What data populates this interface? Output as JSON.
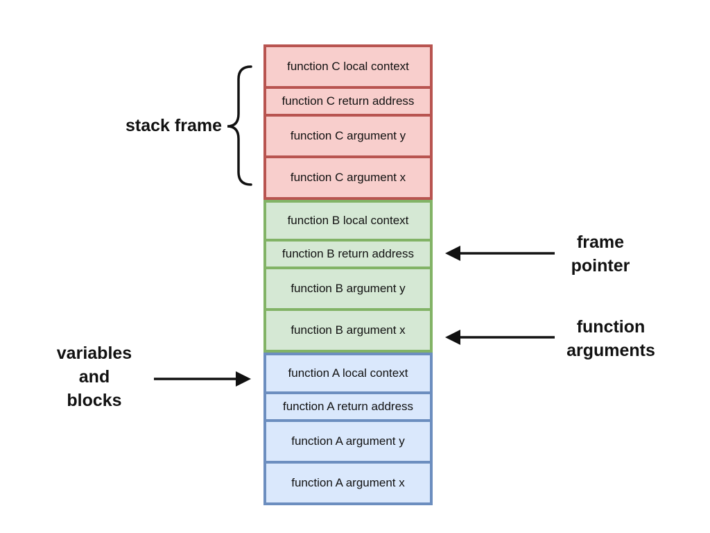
{
  "colors": {
    "red_fill": "#f8cecc",
    "red_border": "#b85450",
    "green_fill": "#d5e8d4",
    "green_border": "#82b366",
    "blue_fill": "#dae8fc",
    "blue_border": "#6c8ebf",
    "ink": "#111111"
  },
  "stack": {
    "function_c": {
      "local_context": "function C local context",
      "return_address": "function C return address",
      "argument_y": "function C argument y",
      "argument_x": "function C argument x"
    },
    "function_b": {
      "local_context": "function B local context",
      "return_address": "function B return address",
      "argument_y": "function B argument y",
      "argument_x": "function B argument x"
    },
    "function_a": {
      "local_context": "function A local context",
      "return_address": "function A return address",
      "argument_y": "function A argument y",
      "argument_x": "function A argument x"
    }
  },
  "labels": {
    "stack_frame": "stack frame",
    "frame_pointer_line1": "frame",
    "frame_pointer_line2": "pointer",
    "function_arguments_line1": "function",
    "function_arguments_line2": "arguments",
    "variables_line1": "variables",
    "variables_line2": "and",
    "variables_line3": "blocks"
  }
}
